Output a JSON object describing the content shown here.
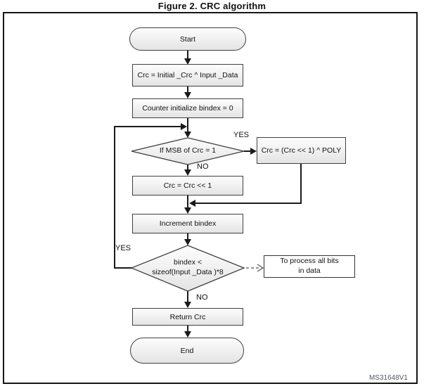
{
  "figure": {
    "title": "Figure 2. CRC algorithm",
    "watermark": "MS31648V1"
  },
  "nodes": {
    "start": "Start",
    "init_crc": "Crc = Initial _Crc ^ Input _Data",
    "init_counter": "Counter initialize bindex = 0",
    "msb_check": "If MSB of Crc = 1",
    "poly_xor": "Crc = (Crc << 1) ^ POLY",
    "shift": "Crc = Crc << 1",
    "increment": "Increment bindex",
    "loop_check": {
      "line1": "bindex <",
      "line2": "sizeof(Input _Data )*8"
    },
    "note": {
      "line1": "To process all bits",
      "line2": "in data"
    },
    "return_crc": "Return Crc",
    "end": "End"
  },
  "labels": {
    "yes_msb": "YES",
    "no_msb": "NO",
    "yes_loop": "YES",
    "no_loop": "NO"
  },
  "colors": {
    "node_border": "#404040",
    "node_fill_top": "#fdfdfd",
    "node_fill_bottom": "#e4e4e4",
    "line": "#1a1a1a",
    "dashed_line": "#555555",
    "frame_border": "#161616",
    "watermark": "#4e5860"
  }
}
